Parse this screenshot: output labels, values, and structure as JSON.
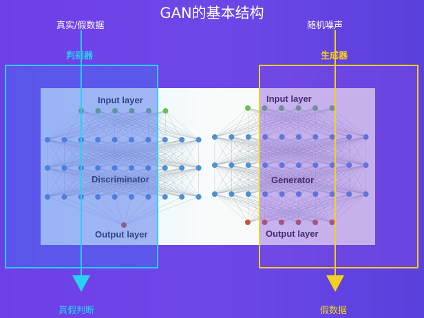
{
  "header": {
    "title": "GAN的基本结构"
  },
  "discriminator": {
    "top_label": "真实/假数据",
    "name": "判别器",
    "bottom_label": "真假判断",
    "input_label": "Input layer",
    "center_label": "Discriminator",
    "output_label": "Output layer",
    "accent_color": "#27d1f3"
  },
  "generator": {
    "top_label": "随机噪声",
    "name": "生成器",
    "bottom_label": "假数据",
    "input_label": "Input layer",
    "center_label": "Generator",
    "output_label": "Output layer",
    "accent_color": "#f3d11c"
  },
  "colors": {
    "input_node": "#6cbf5a",
    "hidden_node": "#4f8fd3",
    "output_node": "#c5563f"
  }
}
